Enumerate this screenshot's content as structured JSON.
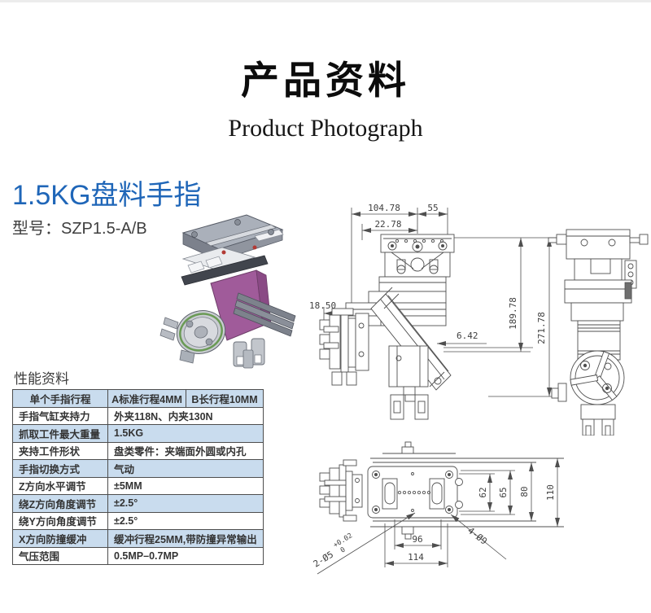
{
  "page": {
    "title": "产品资料",
    "subtitle": "Product Photograph"
  },
  "product": {
    "name": "1.5KG盘料手指",
    "model": "型号：SZP1.5-A/B"
  },
  "specs": {
    "heading": "性能资料",
    "header": [
      "单个手指行程",
      "A标准行程4MM",
      "B长行程10MM"
    ],
    "rows": [
      {
        "label": "手指气缸夹持力",
        "value": "外夹118N、内夹130N"
      },
      {
        "label": "抓取工件最大重量",
        "value": "1.5KG"
      },
      {
        "label": "夹持工件形状",
        "value": "盘类零件：夹端面外圆或内孔"
      },
      {
        "label": "手指切换方式",
        "value": "气动"
      },
      {
        "label": "Z方向水平调节",
        "value": "±5MM"
      },
      {
        "label": "绕Z方向角度调节",
        "value": "±2.5°"
      },
      {
        "label": "绕Y方向角度调节",
        "value": "±2.5°"
      },
      {
        "label": "X方向防撞缓冲",
        "value": "缓冲行程25MM,带防撞异常输出"
      },
      {
        "label": "气压范围",
        "value": "0.5MP–0.7MP"
      }
    ]
  },
  "drawings": {
    "front_view": {
      "dim_width_total": "104.78",
      "dim_width_right": "55",
      "dim_width_inner": "22.78",
      "dim_left_offset": "18.50",
      "dim_mid_offset": "6.42",
      "dim_height_upper": "189.78",
      "dim_height_total": "271.78"
    },
    "top_view": {
      "dim_62": "62",
      "dim_65": "65",
      "dim_80": "80",
      "dim_110": "110",
      "dim_96": "96",
      "dim_114": "114",
      "hole_note_left": "2-Ø5",
      "hole_tol_upper": "+0.02",
      "hole_tol_lower": "0",
      "hole_note_right": "4-Ø9"
    }
  },
  "colors": {
    "accent_blue": "#1f66b8",
    "table_alt_row": "#c9dcee",
    "drawing_line": "#4f4f4f",
    "product_purple": "#a05b9a"
  }
}
